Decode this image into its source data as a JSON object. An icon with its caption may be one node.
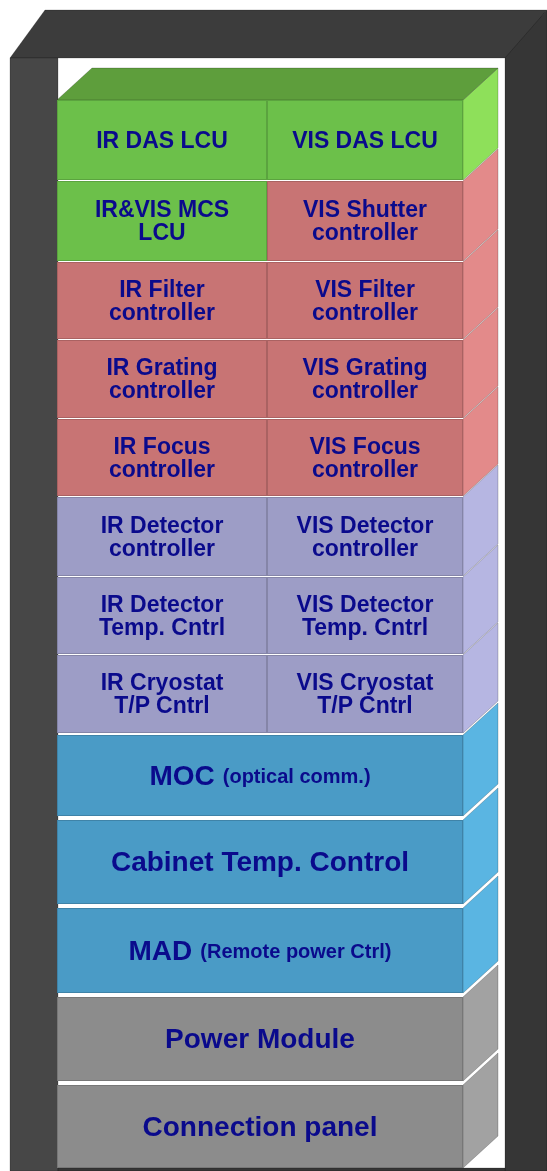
{
  "diagram": {
    "nodes": [
      {
        "text": [
          "IR DAS LCU"
        ]
      },
      {
        "text": [
          "VIS DAS LCU"
        ]
      },
      {
        "text": [
          "IR&VIS MCS LCU"
        ]
      },
      {
        "text": [
          "VIS Shutter controller"
        ]
      },
      {
        "text": [
          "IR Filter controller"
        ]
      },
      {
        "text": [
          "VIS Filter controller"
        ]
      },
      {
        "text": [
          "IR Grating controller"
        ]
      },
      {
        "text": [
          "VIS Grating controller"
        ]
      },
      {
        "text": [
          "IR Focus controller"
        ]
      },
      {
        "text": [
          "VIS Focus controller"
        ]
      },
      {
        "text": [
          "IR Detector controller"
        ]
      },
      {
        "text": [
          "VIS Detector controller"
        ]
      },
      {
        "text": [
          "IR Detector Temp. Cntrl"
        ]
      },
      {
        "text": [
          "VIS Detector Temp. Cntrl"
        ]
      },
      {
        "text": [
          "IR Cryostat T/P Cntrl"
        ]
      },
      {
        "text": [
          "VIS Cryostat T/P Cntrl"
        ]
      },
      {
        "text": [
          "MOC",
          "(optical comm.)"
        ]
      },
      {
        "text": [
          "Cabinet Temp. Control"
        ]
      },
      {
        "text": [
          "MAD",
          "(Remote power Ctrl)"
        ]
      },
      {
        "text": [
          "Power Module"
        ]
      },
      {
        "text": [
          "Connection panel"
        ]
      }
    ]
  }
}
